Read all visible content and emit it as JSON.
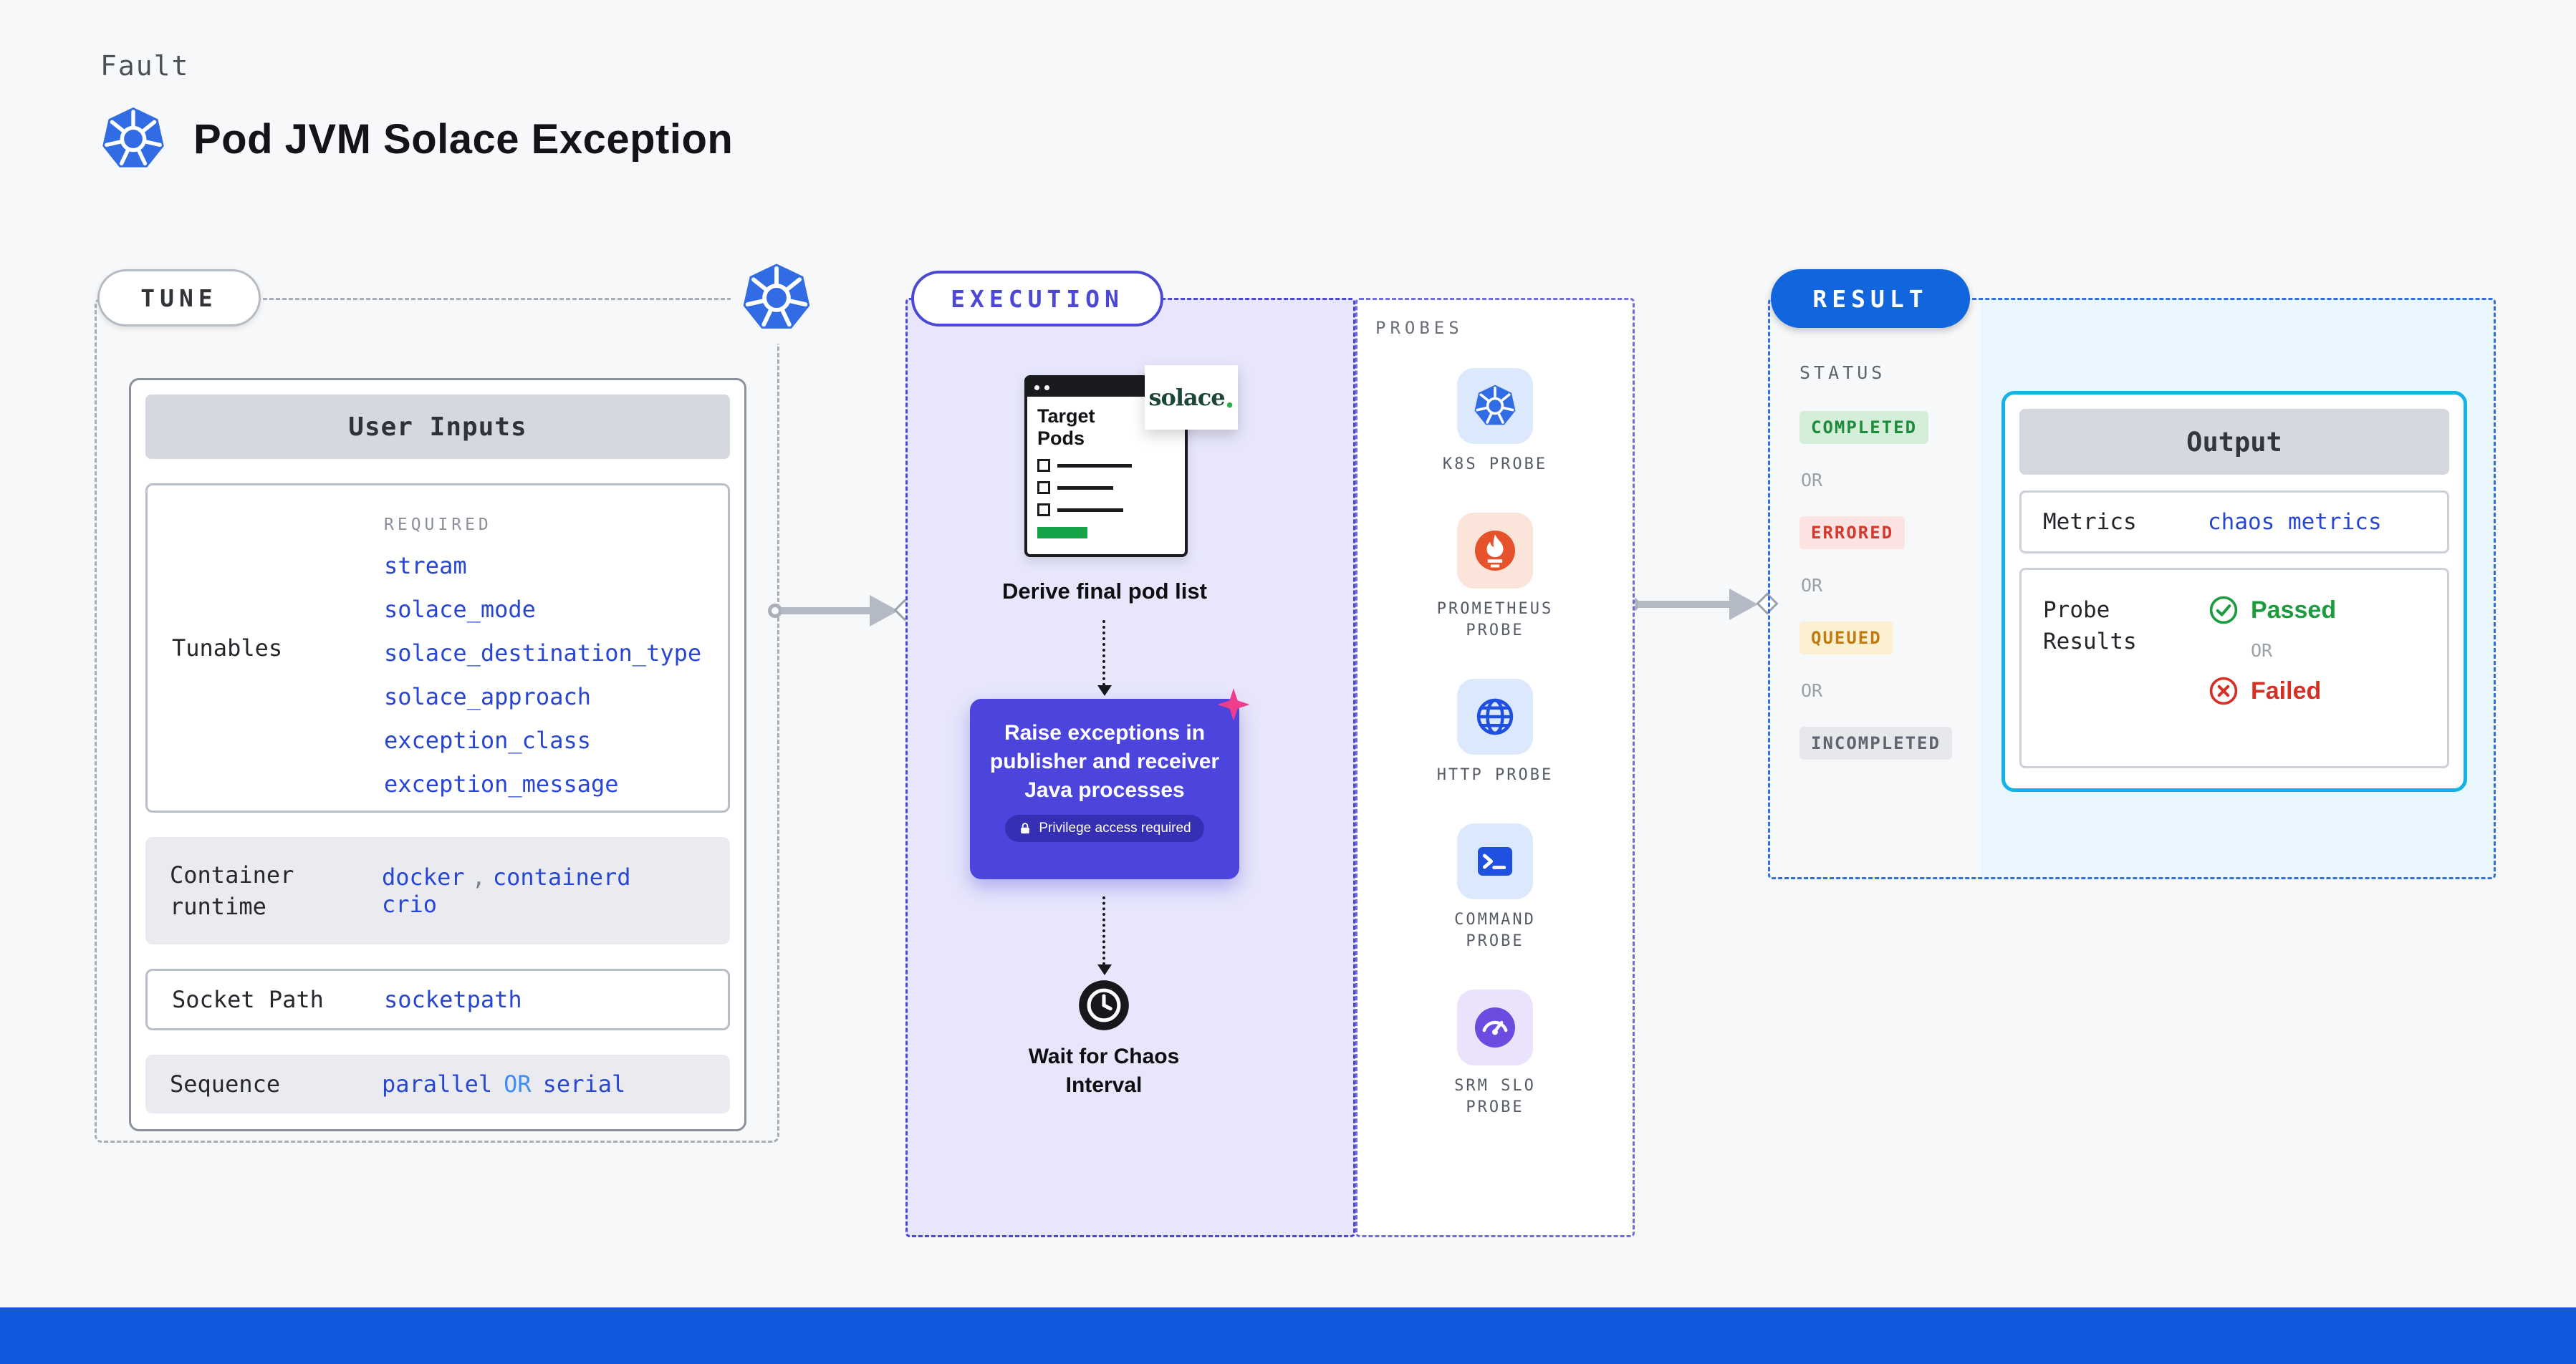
{
  "header": {
    "kicker": "Fault",
    "title": "Pod JVM Solace Exception",
    "icon": "kubernetes-logo-icon"
  },
  "tune": {
    "badge": "TUNE",
    "corner_icon": "kubernetes-logo-icon",
    "user_inputs": {
      "header": "User Inputs",
      "tunables": {
        "label": "Tunables",
        "required_label": "REQUIRED",
        "items": [
          "stream",
          "solace_mode",
          "solace_destination_type",
          "solace_approach",
          "exception_class",
          "exception_message"
        ]
      },
      "container_runtime": {
        "label": "Container runtime",
        "value_1": "docker",
        "separator": ",",
        "value_2": "containerd",
        "value_3": "crio"
      },
      "socket_path": {
        "label": "Socket Path",
        "value": "socketpath"
      },
      "sequence": {
        "label": "Sequence",
        "value_1": "parallel",
        "or": "OR",
        "value_2": "serial"
      }
    }
  },
  "execution": {
    "badge": "EXECUTION",
    "target_window": {
      "title": "Target Pods"
    },
    "solace_logo": {
      "text": "solace",
      "dot": "."
    },
    "step_1_caption": "Derive final pod list",
    "action_box": {
      "text": "Raise exceptions in publisher and receiver Java processes",
      "privilege_note": "Privilege access required",
      "lock_icon": "lock-icon",
      "corner_icon": "chaos-spark-icon"
    },
    "step_2_caption": "Wait for Chaos Interval",
    "clock_icon": "clock-icon"
  },
  "probes": {
    "title": "PROBES",
    "items": [
      {
        "label": "K8S PROBE",
        "icon": "kubernetes-probe-icon"
      },
      {
        "label": "PROMETHEUS PROBE",
        "icon": "prometheus-probe-icon"
      },
      {
        "label": "HTTP PROBE",
        "icon": "globe-icon"
      },
      {
        "label": "COMMAND PROBE",
        "icon": "terminal-icon"
      },
      {
        "label": "SRM SLO PROBE",
        "icon": "gauge-icon"
      }
    ]
  },
  "result": {
    "badge": "RESULT",
    "status": {
      "title": "STATUS",
      "or": "OR",
      "badges": [
        {
          "label": "COMPLETED",
          "bg": "#d4eed7",
          "fg": "#1d8a3c"
        },
        {
          "label": "ERRORED",
          "bg": "#fbe3e1",
          "fg": "#d33a2f"
        },
        {
          "label": "QUEUED",
          "bg": "#fbf0d2",
          "fg": "#c07b12"
        },
        {
          "label": "INCOMPLETED",
          "bg": "#e6e8ec",
          "fg": "#5f6470"
        }
      ]
    },
    "output": {
      "header": "Output",
      "metrics_label": "Metrics",
      "metrics_value": "chaos metrics",
      "probe_results_label": "Probe Results",
      "passed": "Passed",
      "or": "OR",
      "failed": "Failed",
      "passed_icon": "check-circle-icon",
      "failed_icon": "x-circle-icon"
    }
  },
  "colors": {
    "page-bg": "#f7f8fa",
    "footer-band": "#1158dd",
    "k8s-blue": "#326ce5",
    "value-blue": "#2946d2",
    "or-blue": "#3f8cf2",
    "tune-border": "#a7adb5",
    "execution-accent": "#4b48d6",
    "execution-bg": "#e7e6fb",
    "action-box-bg": "#4c45dd",
    "result-accent": "#2f6fe0",
    "result-pill-bg": "#1266dd",
    "result-panel-bg": "#e9f6fd",
    "output-border": "#14b2e6",
    "passed-green": "#1d9c3f",
    "failed-red": "#d43125",
    "spark-pink": "#ee3d8b",
    "solace-green": "#2fae4e"
  }
}
